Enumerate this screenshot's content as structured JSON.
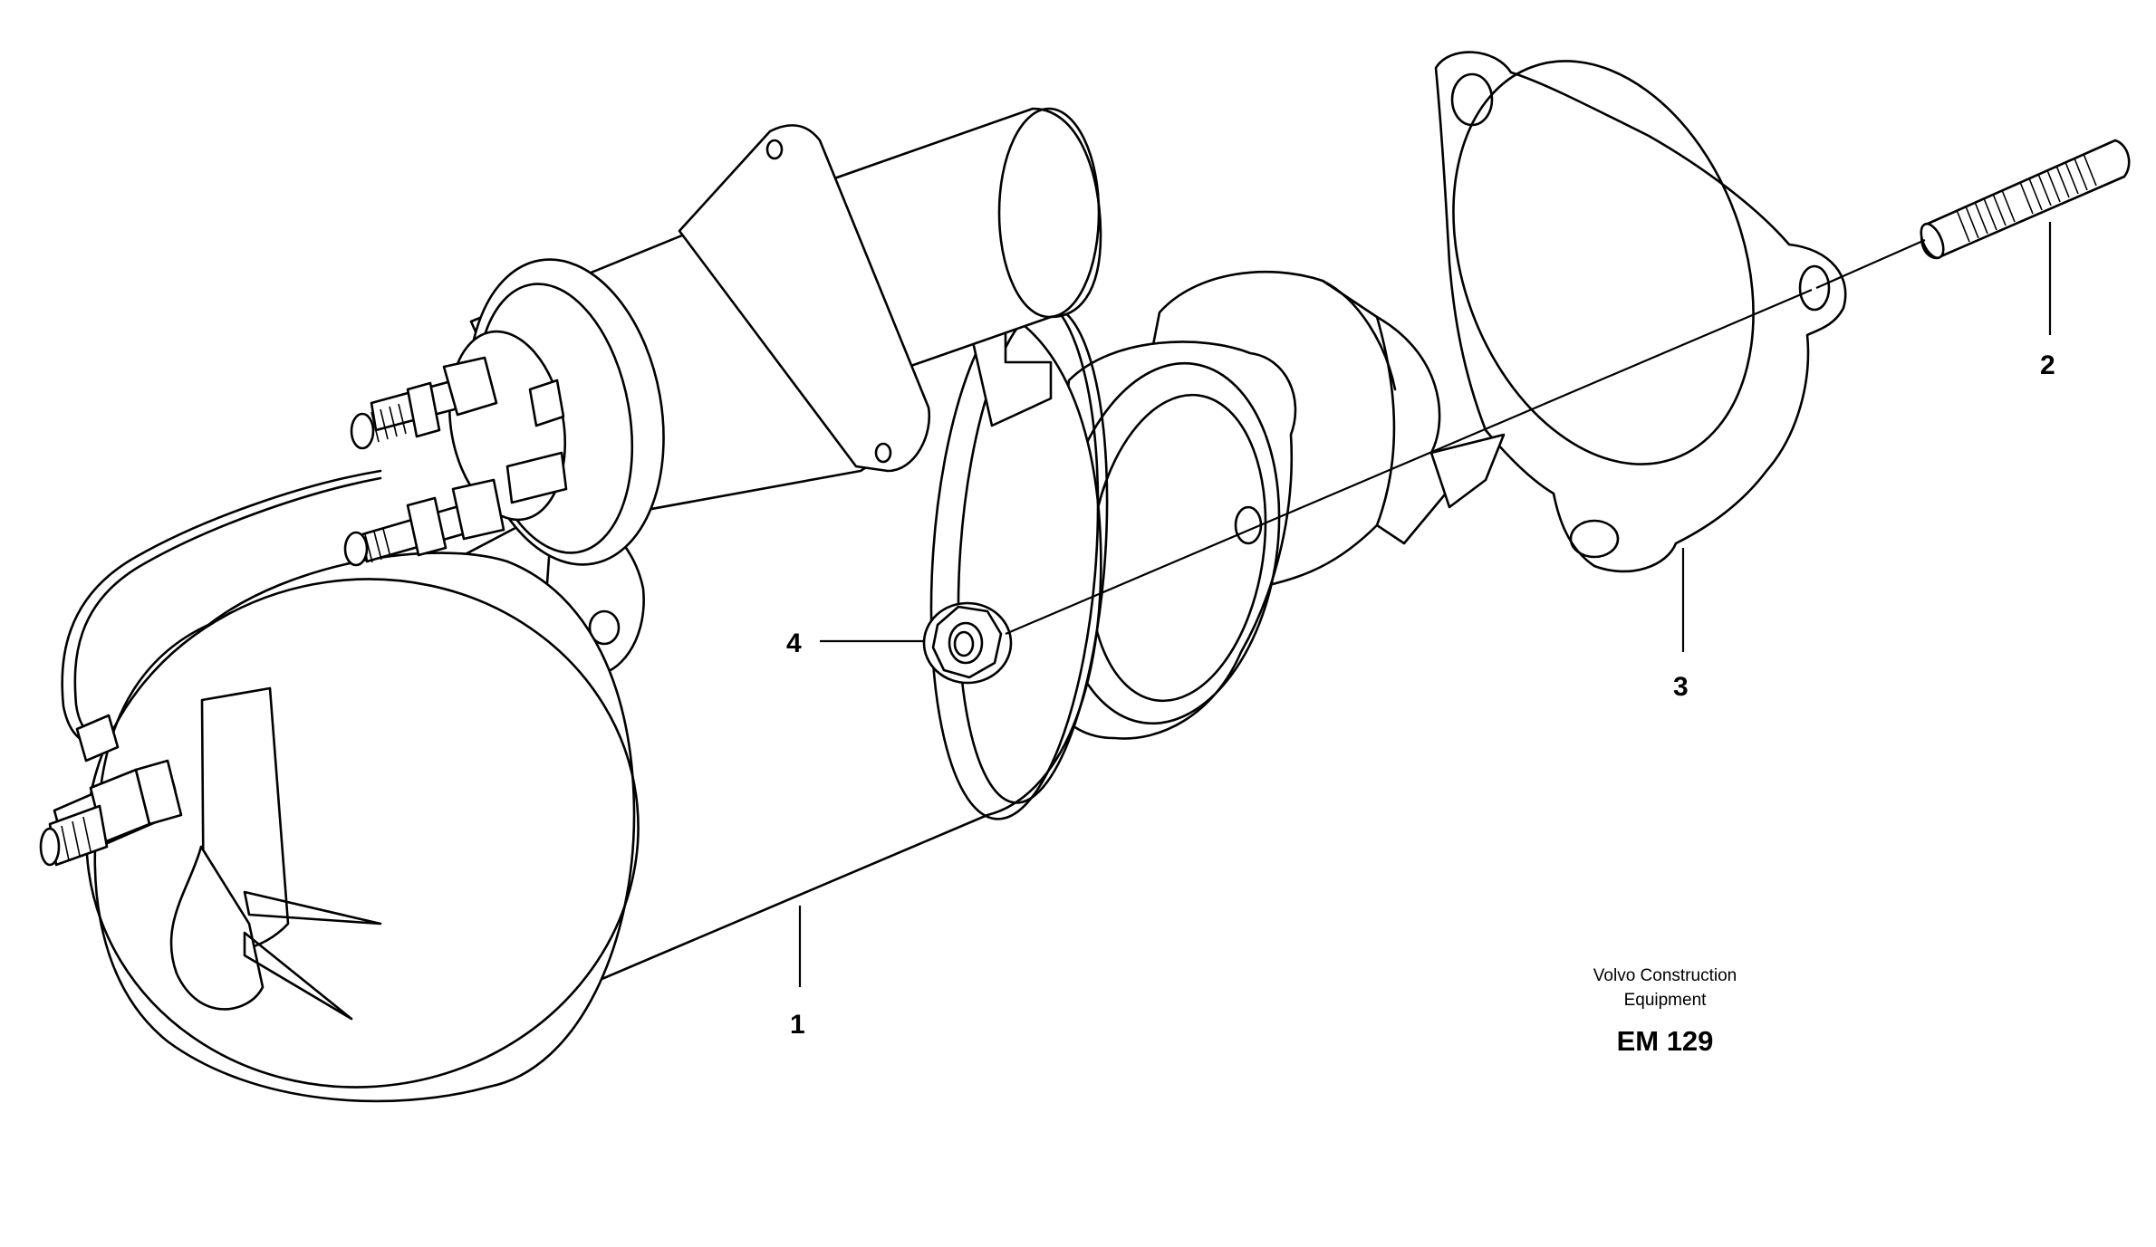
{
  "callouts": {
    "c1": "1",
    "c2": "2",
    "c3": "3",
    "c4": "4"
  },
  "footer": {
    "brand_line1": "Volvo Construction",
    "brand_line2": "Equipment",
    "drawing_code": "EM 129"
  }
}
